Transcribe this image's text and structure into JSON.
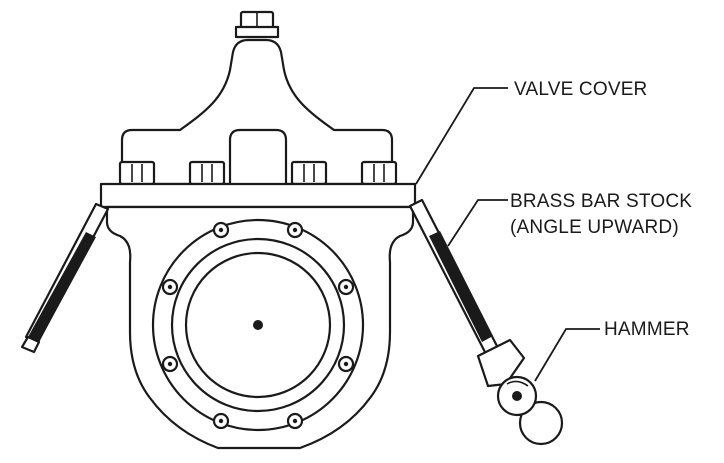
{
  "labels": {
    "valve_cover": "VALVE COVER",
    "brass_bar_stock_line1": "BRASS BAR STOCK",
    "brass_bar_stock_line2": "(ANGLE UPWARD)",
    "hammer": "HAMMER"
  },
  "colors": {
    "line": "#1a1a1a",
    "background": "#ffffff"
  }
}
